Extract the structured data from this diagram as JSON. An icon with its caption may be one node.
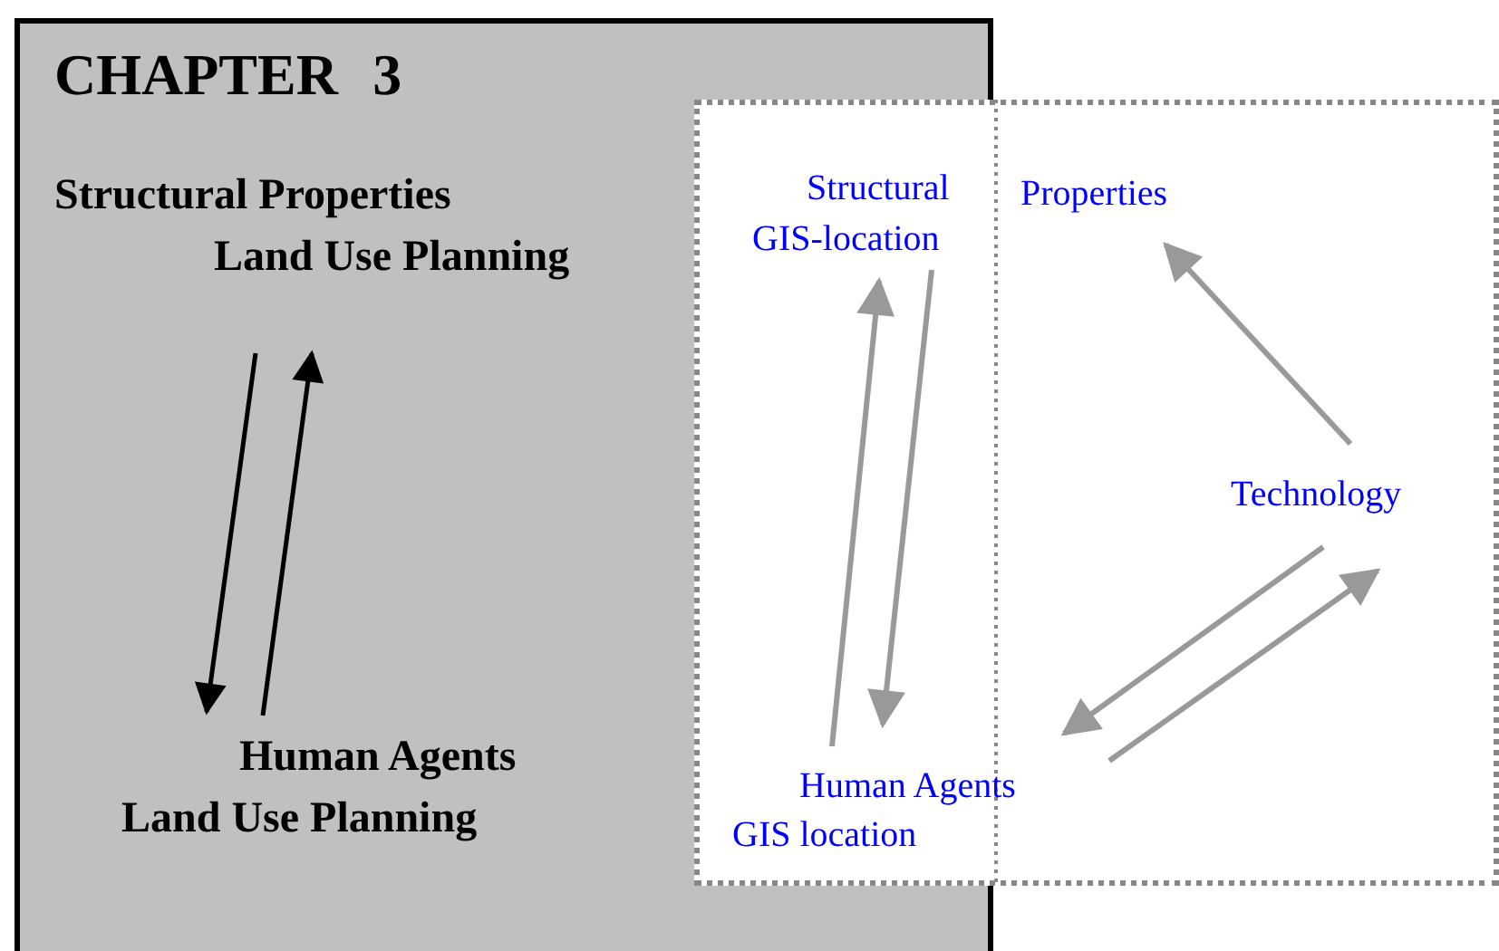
{
  "diagram": {
    "nodes": [
      {
        "text": [
          "CHAPTER 3"
        ]
      },
      {
        "text": [
          "Structural Properties",
          "Land Use Planning"
        ],
        "in": 0
      },
      {
        "text": [
          "Human Agents",
          "Land Use Planning"
        ],
        "in": 0
      },
      {
        "text": [],
        "shape": "box"
      },
      {
        "text": [
          "Structural",
          "GIS-location"
        ]
      },
      {
        "text": [
          "Properties"
        ],
        "in": 3
      },
      {
        "text": [
          "Technology"
        ],
        "in": 3
      },
      {
        "text": [
          "Human Agents",
          "GIS location"
        ],
        "in": 3
      }
    ],
    "edges": [
      {
        "from": 1,
        "to": 2,
        "arrow": "to",
        "color": "#000000"
      },
      {
        "from": 2,
        "to": 1,
        "arrow": "to",
        "color": "#000000"
      },
      {
        "from": 7,
        "to": 4,
        "arrow": "to"
      },
      {
        "from": 4,
        "to": 7,
        "arrow": "to"
      },
      {
        "from": 6,
        "to": 5,
        "arrow": "to"
      },
      {
        "from": 6,
        "to": 7,
        "arrow": "to"
      },
      {
        "from": 7,
        "to": 6,
        "arrow": "to"
      }
    ]
  }
}
